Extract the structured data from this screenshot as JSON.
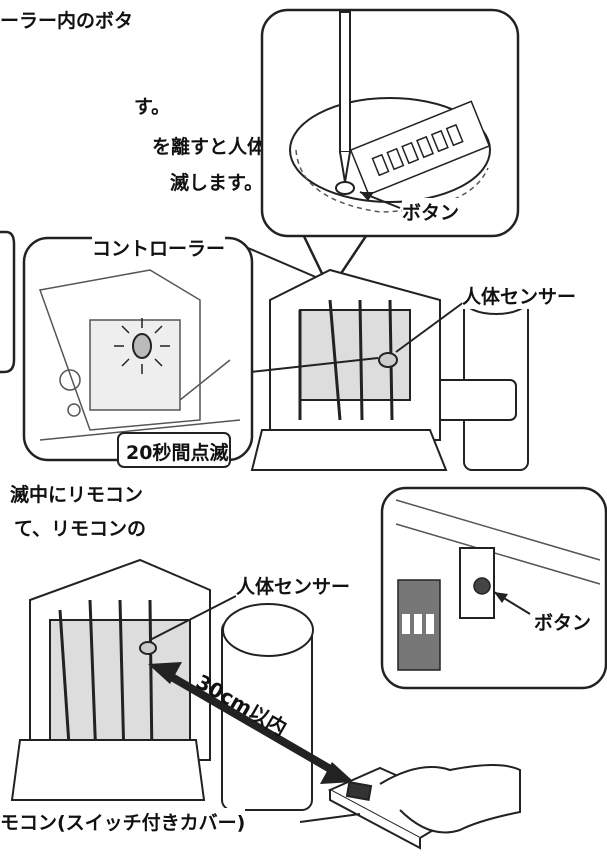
{
  "instruction_lines": [
    "ーラー内のボタ",
    "す。",
    "を離すと人体セ",
    "滅します。",
    "滅中にリモコン",
    "て、リモコンの"
  ],
  "labels": {
    "button_top": "ボタン",
    "controller": "コントローラー",
    "sensor_top": "人体センサー",
    "blink": "20秒間点滅",
    "sensor_bottom": "人体センサー",
    "button_right": "ボタン",
    "distance": "30cm以内",
    "remote": "モコン(スイッチ付きカバー)"
  }
}
